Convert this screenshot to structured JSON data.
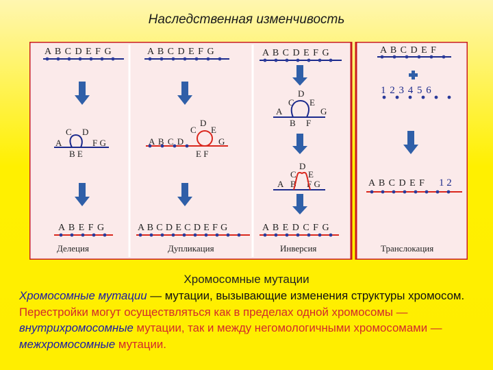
{
  "title": "Наследственная изменчивость",
  "colors": {
    "panel_bg": "#fbeaea",
    "frame": "#c81d1d",
    "line_blue": "#1b2a8c",
    "line_red": "#d9261c",
    "arrow": "#2f5fa8",
    "dot": "#2a3a9a"
  },
  "panels": [
    {
      "stage1": "A B C D E F G",
      "loop_top": [
        "C",
        "D"
      ],
      "loop_left": "A",
      "loop_right": "F G",
      "loop_bottom": [
        "B",
        "E"
      ],
      "result": "A B E F G",
      "label": "Делеция"
    },
    {
      "stage1": "A B C D E F G",
      "loop_top_a": "D",
      "loop_top_b": [
        "C",
        "E"
      ],
      "loop_left": "A B C D",
      "loop_right": "G",
      "loop_bottom": [
        "E",
        "F"
      ],
      "result": "A B C D E C D E F G",
      "label": "Дупликация"
    },
    {
      "stage1": "A B C D E F G",
      "loop_top_a": "D",
      "loop_top_b": [
        "C",
        "E"
      ],
      "loop_left": "A",
      "loop_right": "G",
      "loop_bottom": [
        "B",
        "F"
      ],
      "cross_top_a": "D",
      "cross_top_b": [
        "C",
        "E"
      ],
      "cross_line": [
        "A",
        "B",
        "F G"
      ],
      "result": "A B E D C F G",
      "label": "Инверсия"
    },
    {
      "stage1": "A B C D E F",
      "numbers": "1 2 3 4 5 6",
      "result_letters": "A B C D E F",
      "result_numbers": "1 2",
      "label": "Транслокация"
    }
  ],
  "caption": "Хромосомные мутации",
  "body": {
    "p1_italic": "Хромосомные мутации",
    "p1_rest": " — мутации, вызывающие изменения структуры хромосом. ",
    "p2_red": "Перестройки могут осуществляться как в пределах одной хромосомы — ",
    "p2_blue": "внутрихромосомные",
    "p2_red_b": " мутации, так и между негомологичными хромосомами — ",
    "p2_blue_b": "межхромосомные",
    "p2_red_c": " мутации."
  }
}
